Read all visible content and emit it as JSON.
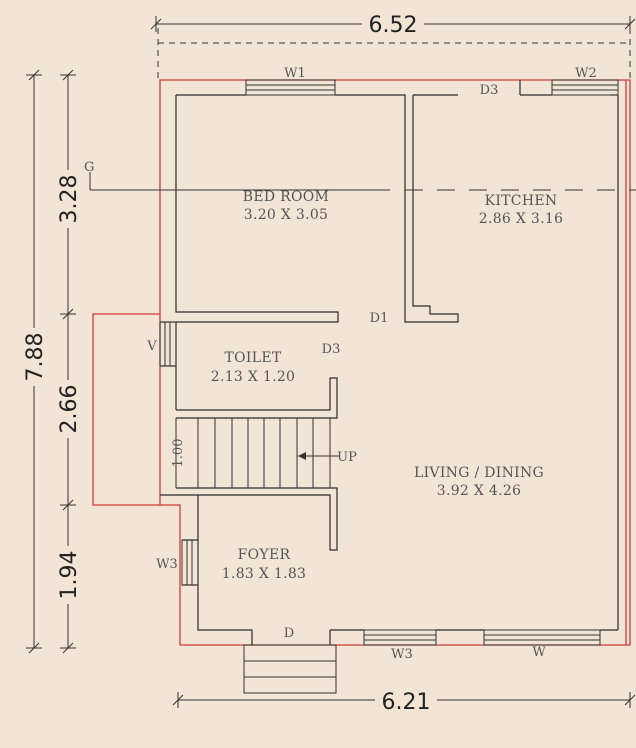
{
  "dimensions": {
    "top_width": "6.52",
    "bottom_width": "6.21",
    "total_height": "7.88",
    "segment_1": "3.28",
    "segment_2": "2.66",
    "segment_3": "1.94",
    "stair_width": "1.00"
  },
  "rooms": {
    "bedroom": {
      "name": "BED ROOM",
      "size": "3.20 X 3.05"
    },
    "kitchen": {
      "name": "KITCHEN",
      "size": "2.86 X 3.16"
    },
    "toilet": {
      "name": "TOILET",
      "size": "2.13 X 1.20"
    },
    "living": {
      "name": "LIVING / DINING",
      "size": "3.92 X 4.26"
    },
    "foyer": {
      "name": "FOYER",
      "size": "1.83 X 1.83"
    }
  },
  "openings": {
    "w1": "W1",
    "w2": "W2",
    "w3_left": "W3",
    "w3_bottom": "W3",
    "w": "W",
    "d": "D",
    "d1": "D1",
    "d3_top": "D3",
    "d3_toilet": "D3",
    "v": "V",
    "up": "UP",
    "g": "G"
  },
  "colors": {
    "background": "#f3e5d6",
    "outline_red": "#d23b3b",
    "wall": "#2b2b2b"
  }
}
